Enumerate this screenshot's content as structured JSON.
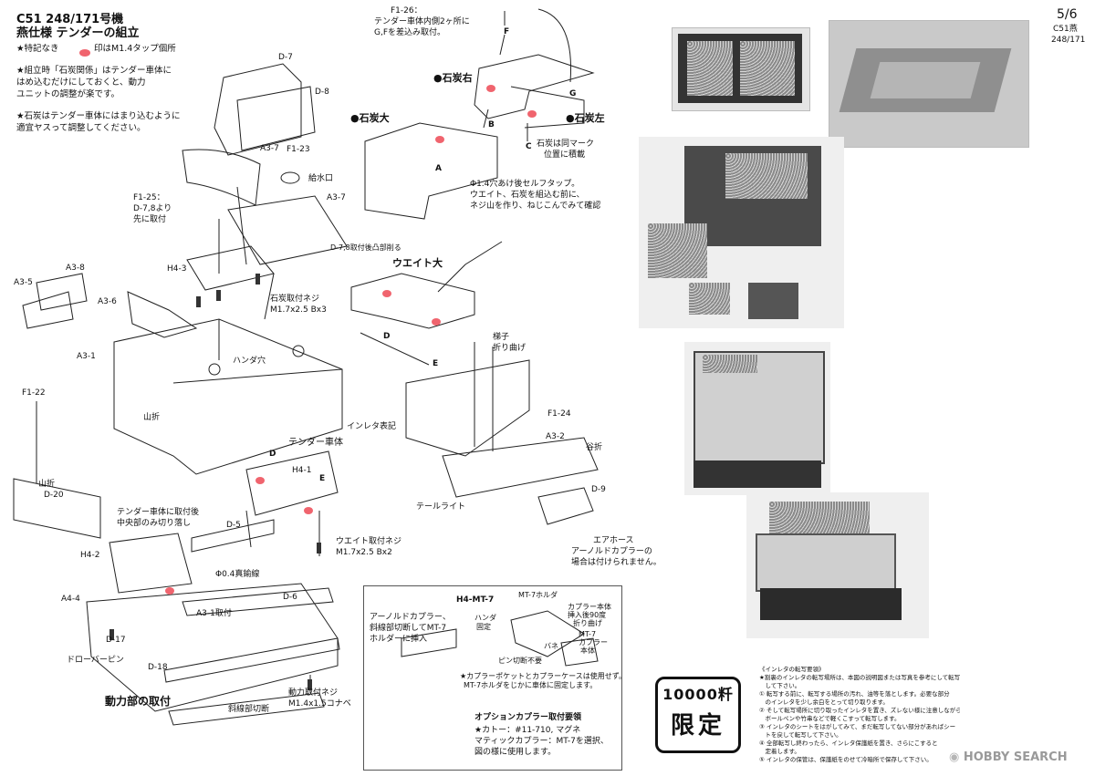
{
  "header": {
    "title": "C51 248/171号機",
    "subtitle": "燕仕様 テンダーの組立",
    "star_note": "★特記なき",
    "dot_note": "印はM1.4タップ個所",
    "note1_l1": "★組立時「石炭関係」はテンダー車体に",
    "note1_l2": "はめ込むだけにしておくと、動力",
    "note1_l3": "ユニットの調整が楽です。",
    "note2_l1": "★石炭はテンダー車体にはまり込むように",
    "note2_l2": "適宜ヤスって調整してください。"
  },
  "page_no": {
    "page": "5/6",
    "model": "C51燕",
    "number": "248/171"
  },
  "labels": {
    "f126": "F1-26：",
    "f126_desc1": "テンダー車体内側2ヶ所に",
    "f126_desc2": "G,Fを差込み取付。",
    "coal_right": "●石炭右",
    "coal_left": "●石炭左",
    "coal_big": "●石炭大",
    "coal_same1": "石炭は同マーク",
    "coal_same2": "位置に積載",
    "tap_l1": "Φ1.4穴あけ後セルフタップ。",
    "tap_l2": "ウエイト、石炭を組込む前に、",
    "tap_l3": "ネジ山を作り、ねじこんでみて確認",
    "weight_big": "ウエイト大",
    "d7": "D-7",
    "d8": "D-8",
    "a37a": "A3-7",
    "f123": "F1-23",
    "water": "給水口",
    "a37b": "A3-7",
    "f125": "F1-25：",
    "f125_d1": "D-7,8より",
    "f125_d2": "先に取付",
    "d78note": "D-7,8取付後凸部削る",
    "h43": "H4-3",
    "coal_screw1": "石炭取付ネジ",
    "coal_screw2": "M1.7x2.5 Bx3",
    "a38": "A3-8",
    "a35": "A3-5",
    "a36": "A3-6",
    "a31": "A3-1",
    "handa": "ハンダ穴",
    "f122": "F1-22",
    "yamaori1": "山折",
    "inleta": "インレタ表記",
    "tender_body": "テンダー車体",
    "yamaori2": "山折",
    "d20": "D-20",
    "h41": "H4-1",
    "cut_l1": "テンダー車体に取付後",
    "cut_l2": "中央部のみ切り落し",
    "d5": "D-5",
    "h42": "H4-2",
    "weight_screw1": "ウエイト取付ネジ",
    "weight_screw2": "M1.7x2.5 Bx2",
    "wire": "Φ0.4真鍮線",
    "a44": "A4-4",
    "d6": "D-6",
    "a31b": "A3-1取付",
    "d17": "D-17",
    "drawbar": "ドローバーピン",
    "d18": "D-18",
    "drive_title": "動力部の取付",
    "motor_screw1": "動力取付ネジ",
    "motor_screw2": "M1.4x1.5コナベ",
    "cutline": "斜線部切断",
    "ladder1": "梯子",
    "ladder2": "折り曲げ",
    "f124": "F1-24",
    "a32": "A3-2",
    "taniori": "谷折",
    "taillight": "テールライト",
    "d9": "D-9",
    "airhose": "エアホース",
    "arnold1": "アーノルドカプラーの",
    "arnold2": "場合は付けられません。",
    "pt_a": "A",
    "pt_b": "B",
    "pt_c": "C",
    "pt_d": "D",
    "pt_e": "E",
    "pt_f": "F",
    "pt_g": "G"
  },
  "option": {
    "h4mt7": "H4-MT-7",
    "mt7holder": "MT-7ホルダ",
    "body_l1": "カプラー本体",
    "body_l2": "挿入後90度",
    "body_l3": "折り曲げ",
    "arnold_l1": "アーノルドカプラー、",
    "arnold_l2": "斜線部切断してMT-7",
    "arnold_l3": "ホルダーに挿入",
    "solder1": "ハンダ",
    "solder2": "固定",
    "mt7_l1": "MT-7",
    "mt7_l2": "カプラー",
    "mt7_l3": "本体",
    "spring": "バネ",
    "pin": "ピン切断不要",
    "pocket_l1": "★カプラーポケットとカプラーケースは使用せず。",
    "pocket_l2": "MT-7ホルダをじかに車体に固定します。",
    "opt_title": "オプションカプラー取付要領",
    "opt_l1": "★カトー：#11-710, マグネ",
    "opt_l2": "マティックカプラー：MT-7を選択、",
    "opt_l3": "図の様に使用します。"
  },
  "badge": {
    "count": "10000粁",
    "word": "限定"
  },
  "decal_notes": {
    "title": "《インレタの転写要領》",
    "l1": "★割裏のインレタの転写場所は、本図の説明図または写真を参考にして転写",
    "l2": "　して下さい。",
    "l3": "① 転写する前に、転写する場所の汚れ、油等を落とします。必要な部分",
    "l4": "　のインレタを少し余白をとって切り取ります。",
    "l5": "② そして転写場所に切り取ったインレタを置き、ズレない様に注意しながら",
    "l6": "　ボールペンや竹串などで軽くこすって転写します。",
    "l7": "③ インレタのシートをはがしてみて、まだ転写してない部分があればシー",
    "l8": "　トを戻して転写して下さい。",
    "l9": "④ 全部転写し終わったら、インレタ保護紙を置き、さらにこすると",
    "l10": "　定着します。",
    "l11": "⑤ インレタの保管は、保護紙をのせて冷暗所で保存して下さい。"
  },
  "watermark": "HOBBY SEARCH",
  "colors": {
    "tap_dot": "#f0646e",
    "ink": "#111111",
    "photo_bg": "#d9d9d9"
  }
}
